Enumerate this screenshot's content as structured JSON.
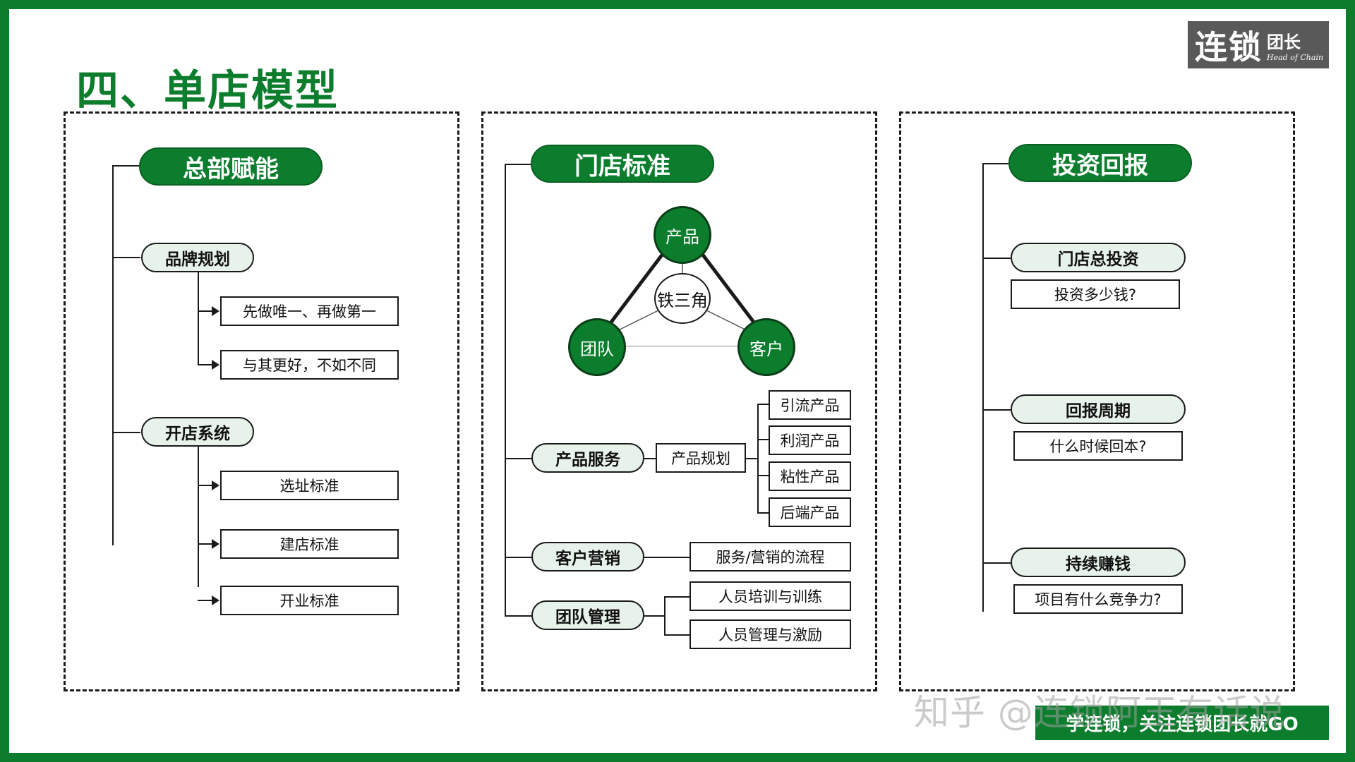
{
  "title": "四、单店模型",
  "logo": {
    "main": "连锁",
    "side": "团长",
    "tagline": "Head of Chain"
  },
  "panel1": {
    "head": "总部赋能",
    "groups": [
      {
        "label": "品牌规划",
        "items": [
          "先做唯一、再做第一",
          "与其更好，不如不同"
        ]
      },
      {
        "label": "开店系统",
        "items": [
          "选址标准",
          "建店标准",
          "开业标准"
        ]
      }
    ]
  },
  "panel2": {
    "head": "门店标准",
    "triangle": {
      "center": "铁三角",
      "top": "产品",
      "left": "团队",
      "right": "客户"
    },
    "service": {
      "label": "产品服务",
      "plan": "产品规划",
      "items": [
        "引流产品",
        "利润产品",
        "粘性产品",
        "后端产品"
      ]
    },
    "marketing": {
      "label": "客户营销",
      "item": "服务/营销的流程"
    },
    "team": {
      "label": "团队管理",
      "items": [
        "人员培训与训练",
        "人员管理与激励"
      ]
    }
  },
  "panel3": {
    "head": "投资回报",
    "items": [
      {
        "label": "门店总投资",
        "question": "投资多少钱?"
      },
      {
        "label": "回报周期",
        "question": "什么时候回本?"
      },
      {
        "label": "持续赚钱",
        "question": "项目有什么竞争力?"
      }
    ]
  },
  "watermark": "知乎 @连锁阿王有话说",
  "slogan": "学连锁，关注连锁团长就GO"
}
